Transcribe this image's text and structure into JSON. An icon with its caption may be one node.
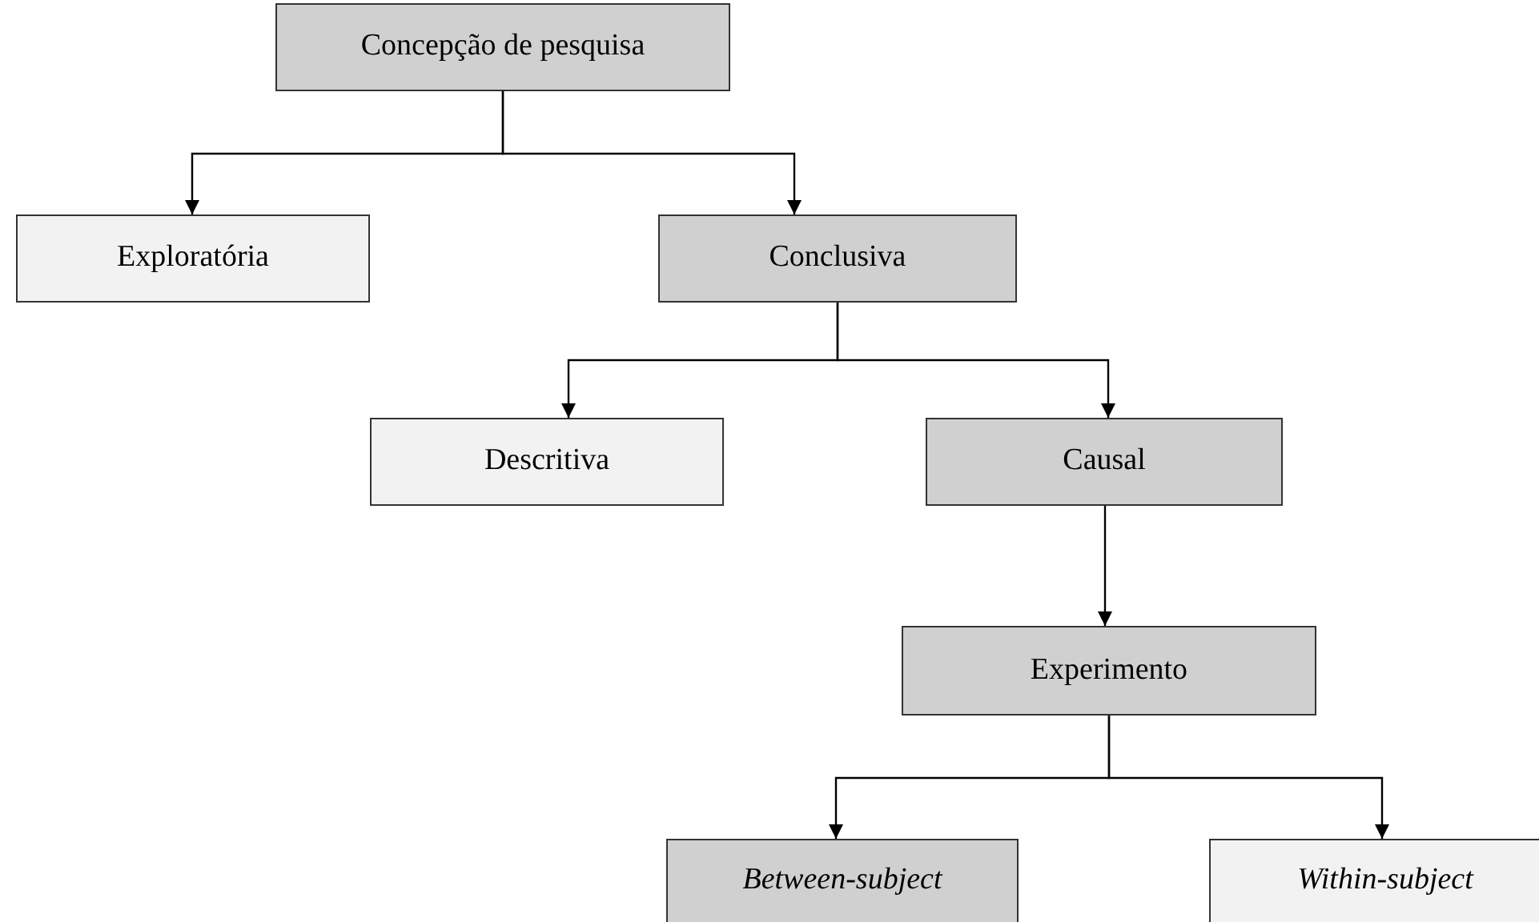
{
  "diagram": {
    "nodes": [
      {
        "text": [
          "Concepção de pesquisa"
        ]
      },
      {
        "text": [
          "Exploratória"
        ]
      },
      {
        "text": [
          "Conclusiva"
        ]
      },
      {
        "text": [
          "Descritiva"
        ]
      },
      {
        "text": [
          "Causal"
        ]
      },
      {
        "text": [
          "Experimento"
        ]
      },
      {
        "text": [
          "Between-subject"
        ]
      },
      {
        "text": [
          "Within-subject"
        ]
      }
    ],
    "edges": [
      {
        "from": 0,
        "to": 1,
        "arrow": "to"
      },
      {
        "from": 0,
        "to": 2,
        "arrow": "to"
      },
      {
        "from": 2,
        "to": 3,
        "arrow": "to"
      },
      {
        "from": 2,
        "to": 4,
        "arrow": "to"
      },
      {
        "from": 4,
        "to": 5,
        "arrow": "to"
      },
      {
        "from": 5,
        "to": 6,
        "arrow": "to"
      },
      {
        "from": 5,
        "to": 7,
        "arrow": "to"
      }
    ]
  }
}
